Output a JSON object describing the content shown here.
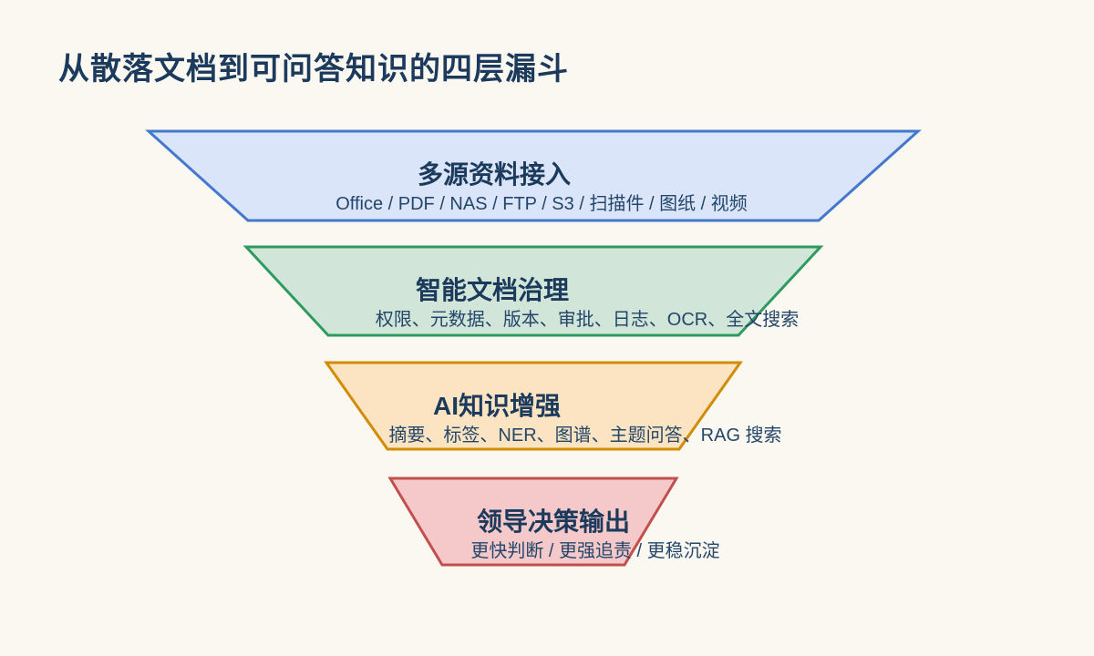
{
  "page": {
    "title": "从散落文档到可问答知识的四层漏斗",
    "background_color": "#FAF8F1",
    "title_color": "#1C3A5C"
  },
  "funnel": {
    "layer_count": 4,
    "layers": [
      {
        "id": "layer-1",
        "title": "多源资料接入",
        "subtitle": "Office / PDF / NAS / FTP / S3 / 扫描件 / 图纸 / 视频",
        "fill": "#DAE5FA",
        "stroke": "#4478CE"
      },
      {
        "id": "layer-2",
        "title": "智能文档治理",
        "subtitle": "权限、元数据、版本、审批、日志、OCR、全文搜索",
        "fill": "#D1E6D8",
        "stroke": "#2E9A60"
      },
      {
        "id": "layer-3",
        "title": "AI知识增强",
        "subtitle": "摘要、标签、NER、图谱、主题问答、RAG 搜索",
        "fill": "#FCE4C2",
        "stroke": "#D18C04"
      },
      {
        "id": "layer-4",
        "title": "领导决策输出",
        "subtitle": "更快判断 / 更强追责 / 更稳沉淀",
        "fill": "#F5C9C9",
        "stroke": "#C14F4D"
      }
    ]
  }
}
